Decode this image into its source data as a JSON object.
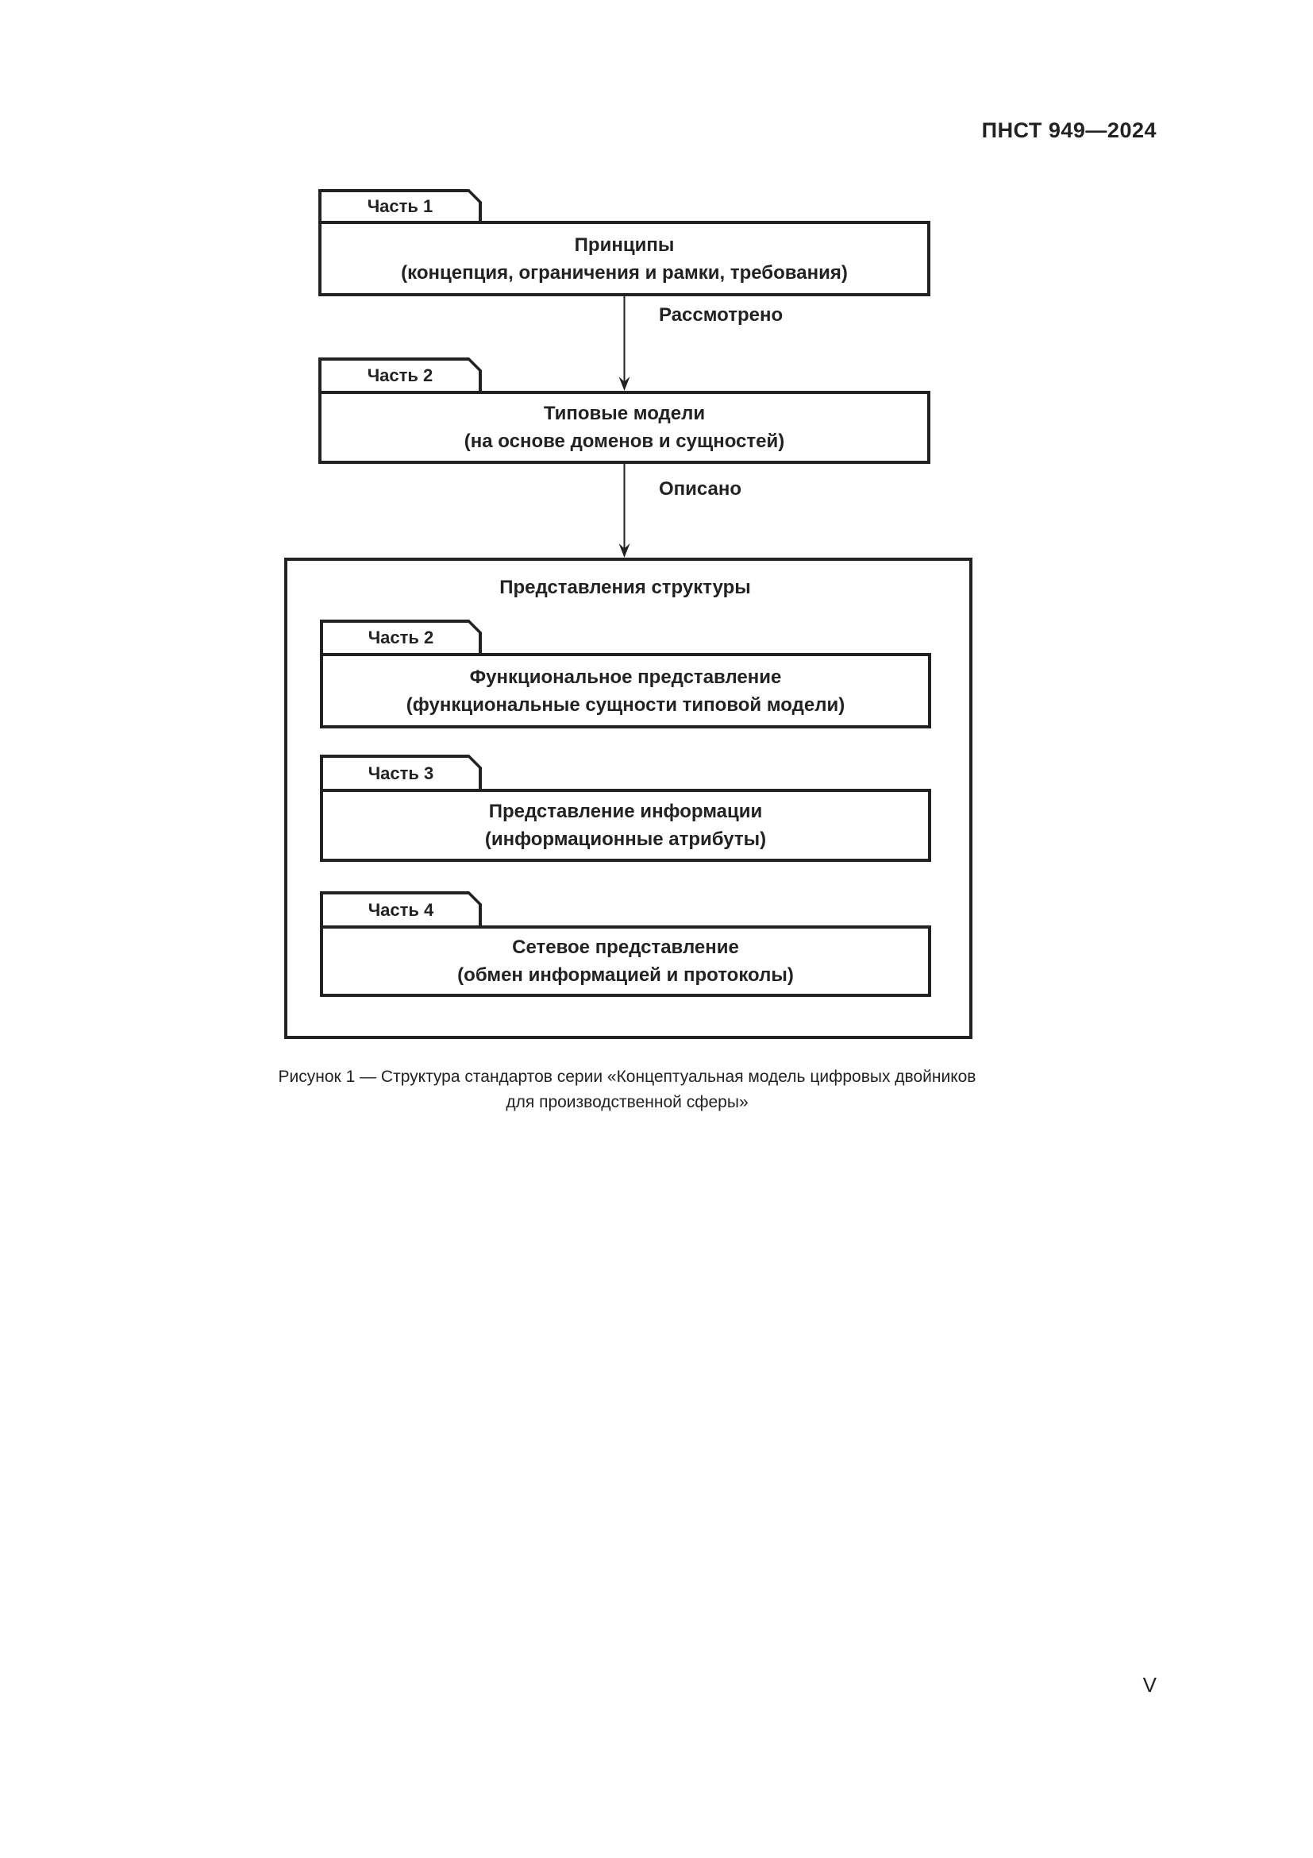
{
  "header": {
    "doc_code": "ПНСТ 949—2024"
  },
  "footer": {
    "page_number": "V"
  },
  "figure": {
    "caption": {
      "line1": "Рисунок 1 — Структура стандартов серии «Концептуальная модель цифровых двойников",
      "line2": "для производственной сферы»"
    },
    "flow": {
      "packages": [
        {
          "tab": "Часть 1",
          "title": "Принципы",
          "subtitle": "(концепция, ограничения и рамки, требования)"
        },
        {
          "tab": "Часть 2",
          "title": "Типовые модели",
          "subtitle": "(на основе доменов и сущностей)"
        }
      ],
      "arrows": [
        {
          "label": "Рассмотрено"
        },
        {
          "label": "Описано"
        }
      ],
      "container": {
        "title": "Представления структуры",
        "packages": [
          {
            "tab": "Часть 2",
            "title": "Функциональное представление",
            "subtitle": "(функциональные сущности типовой модели)"
          },
          {
            "tab": "Часть 3",
            "title": "Представление информации",
            "subtitle": "(информационные атрибуты)"
          },
          {
            "tab": "Часть 4",
            "title": "Сетевое представление",
            "subtitle": "(обмен информацией и протоколы)"
          }
        ]
      }
    }
  },
  "colors": {
    "ink": "#222222",
    "paper": "#ffffff"
  }
}
